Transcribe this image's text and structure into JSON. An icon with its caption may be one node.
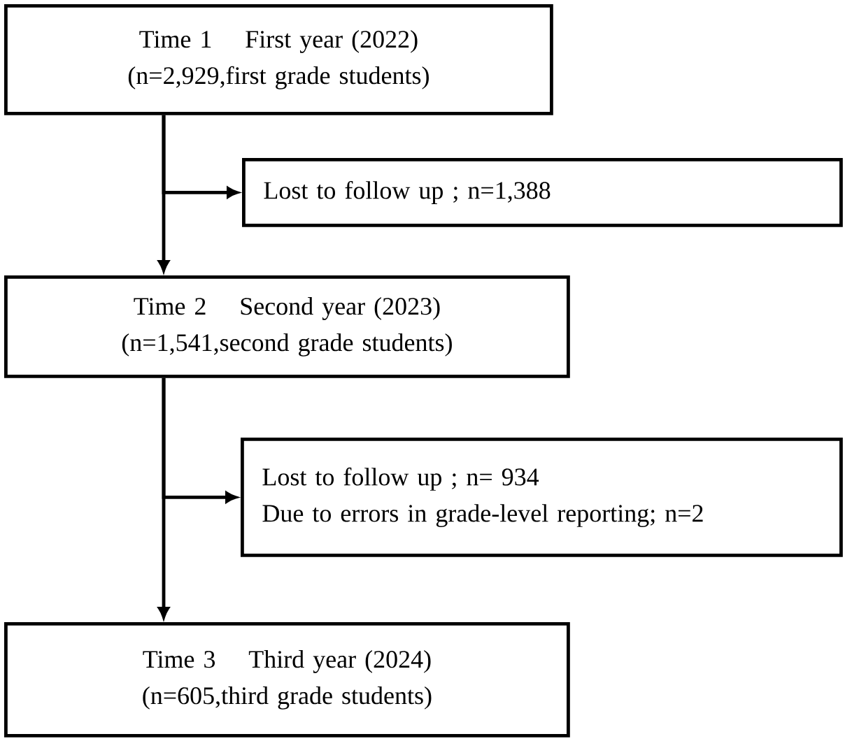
{
  "diagram": {
    "nodes": [
      {
        "text": [
          "Time 1",
          "First year (2022)",
          "(n=2,929,first grade students)"
        ]
      },
      {
        "text": [
          "Lost to follow up  ; n=1,388"
        ]
      },
      {
        "text": [
          "Time 2",
          "Second year (2023)",
          "(n=1,541,second grade students)"
        ]
      },
      {
        "text": [
          "Lost to follow up ; n= 934",
          "Due to errors in grade-level reporting; n=2"
        ]
      },
      {
        "text": [
          "Time 3",
          "Third year (2024)",
          "(n=605,third grade students)"
        ]
      }
    ],
    "edges": [
      {
        "from": 0,
        "to": 2,
        "arrow": "to"
      },
      {
        "from": 0,
        "to": 1,
        "arrow": "to"
      },
      {
        "from": 2,
        "to": 4,
        "arrow": "to"
      },
      {
        "from": 2,
        "to": 3,
        "arrow": "to"
      }
    ]
  }
}
